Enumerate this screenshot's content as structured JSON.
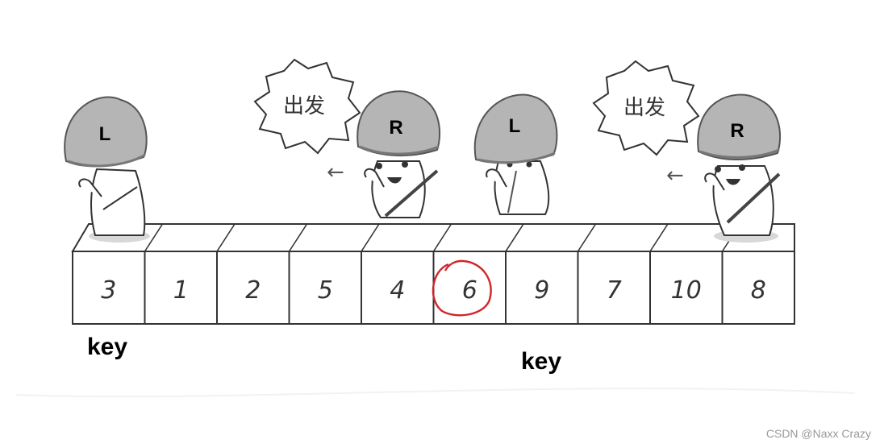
{
  "array": {
    "cells": [
      "3",
      "1",
      "2",
      "5",
      "4",
      "6",
      "9",
      "7",
      "10",
      "8"
    ],
    "highlighted_index": 5,
    "highlight_color": "#d0262a"
  },
  "characters": [
    {
      "letter": "L"
    },
    {
      "letter": "R"
    },
    {
      "letter": "L"
    },
    {
      "letter": "R"
    }
  ],
  "bubbles": [
    {
      "text": "出发"
    },
    {
      "text": "出发"
    }
  ],
  "arrows": [
    {
      "glyph": "←"
    },
    {
      "glyph": "←"
    }
  ],
  "key_labels": [
    {
      "text": "key"
    },
    {
      "text": "key"
    }
  ],
  "watermark": "CSDN @Naxx Crazy"
}
